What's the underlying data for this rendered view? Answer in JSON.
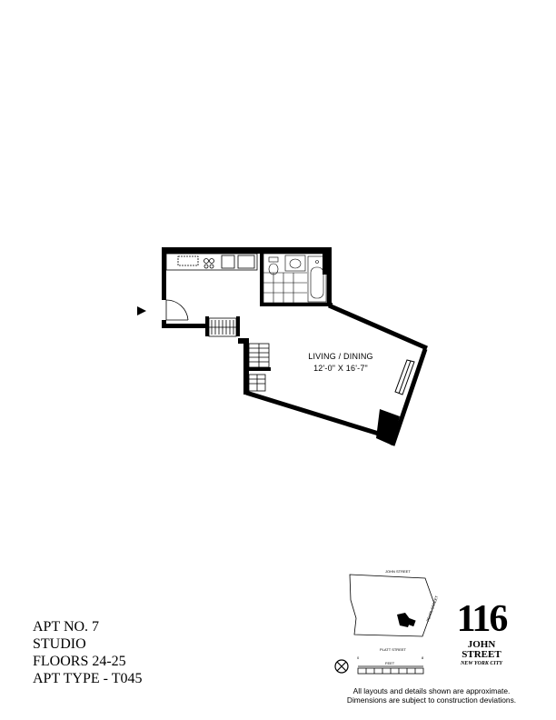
{
  "floorplan": {
    "room": {
      "name": "LIVING / DINING",
      "dimensions": "12'-0\" X 16'-7\""
    }
  },
  "apartment": {
    "number": "APT NO. 7",
    "type_name": "STUDIO",
    "floors": "FLOORS 24-25",
    "apt_type": "APT TYPE - T045"
  },
  "building": {
    "number": "116",
    "street_line1": "JOHN",
    "street_line2": "STREET",
    "city": "NEW YORK CITY"
  },
  "site_plan": {
    "street_top": "JOHN STREET",
    "street_right": "PEARL STREET",
    "street_bottom": "PLATT STREET",
    "scale_unit": "FEET",
    "scale_start": "0",
    "scale_end": "8"
  },
  "disclaimer": {
    "line1": "All layouts and details shown are approximate.",
    "line2": "Dimensions are subject to construction deviations."
  }
}
